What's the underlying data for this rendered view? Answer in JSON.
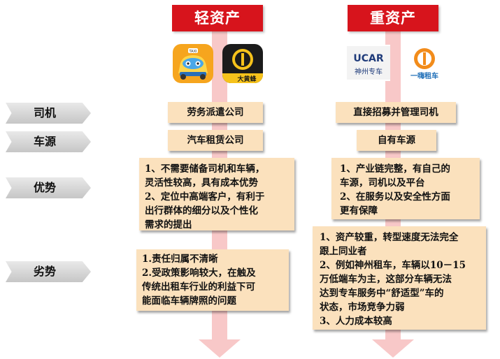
{
  "columns": [
    {
      "header": "轻资产",
      "logos": [
        {
          "name": "taxi-app-logo",
          "text": "TAXI"
        },
        {
          "name": "dahuangfeng-logo",
          "text": "大黄蜂"
        }
      ],
      "driver": "劳务派遣公司",
      "vehicle": "汽车租赁公司",
      "advantages": [
        "1、不需要储备司机和车辆，",
        "灵活性较高，具有成本优势",
        "2、定位中高端客户，有利于",
        "出行群体的细分以及个性化",
        "需求的提出"
      ],
      "disadvantages": [
        "1.责任归属不清晰",
        "2.受政策影响较大，在触及",
        "传统出租车行业的利益下可",
        "能面临车辆牌照的问题"
      ]
    },
    {
      "header": "重资产",
      "logos": [
        {
          "name": "ucar-logo",
          "text_top": "UCAR",
          "text_bottom": "神州专车"
        },
        {
          "name": "yihao-zuche-logo",
          "text": "一嗨租车"
        }
      ],
      "driver": "直接招募并管理司机",
      "vehicle": "自有车源",
      "advantages": [
        "1、产业链完整，有自己的",
        "车源，司机以及平台",
        "2、在服务以及安全性方面",
        "更有保障"
      ],
      "disadvantages": [
        "1、资产较重，转型速度无法完全",
        "跟上同业者",
        "2、例如神州租车，车辆以10－15",
        "万低端车为主，这部分车辆无法",
        "达到专车服务中“舒适型”车的",
        "状态，市场竞争力弱",
        "3、人力成本较高"
      ]
    }
  ],
  "row_labels": {
    "driver": "司机",
    "vehicle": "车源",
    "advantages": "优势",
    "disadvantages": "劣势"
  },
  "colors": {
    "header_red": "#d7141c",
    "box_fill": "#fbe1bd",
    "arrow_pink": "#f8c8c8",
    "label_gray": "#d4d4d4"
  }
}
